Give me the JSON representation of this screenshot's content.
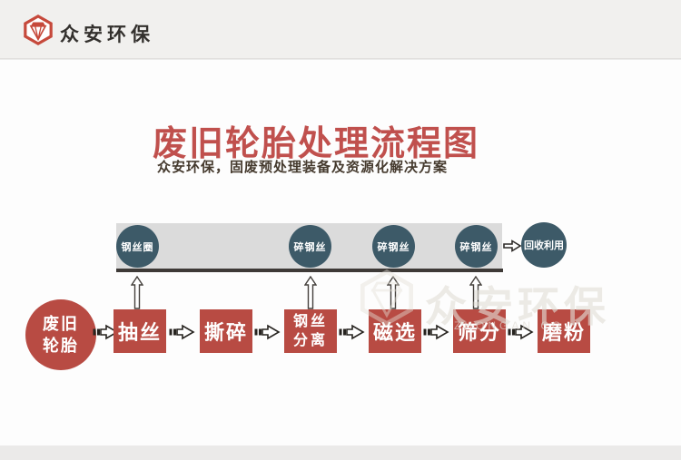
{
  "header": {
    "brand": "众安环保"
  },
  "hero": {
    "title": "废旧轮胎处理流程图",
    "subtitle": "众安环保，固废预处理装备及资源化解决方案"
  },
  "diagram": {
    "top_nodes": [
      {
        "label": "钢丝圈"
      },
      {
        "label": "碎钢丝"
      },
      {
        "label": "碎钢丝"
      },
      {
        "label": "碎钢丝"
      }
    ],
    "recycle_node": {
      "label": "回收利用"
    },
    "start_node": {
      "label": "废旧轮胎",
      "line1": "废旧",
      "line2": "轮胎"
    },
    "steps": [
      {
        "label": "抽丝"
      },
      {
        "label": "撕碎"
      },
      {
        "label": "钢丝分离",
        "line1": "钢丝",
        "line2": "分离"
      },
      {
        "label": "磁选"
      },
      {
        "label": "筛分"
      },
      {
        "label": "磨粉"
      }
    ],
    "watermark": {
      "text": "众安环保",
      "subtext": "ZHONGAN CO"
    }
  },
  "colors": {
    "accent_red": "#b84b43",
    "title_red": "#c0504d",
    "node_teal": "#3d5a68",
    "bar_gray": "#dbdbdb",
    "line_dark": "#3e3a37",
    "header_bg": "#f1f0ee",
    "page_bg": "#ebeae9"
  }
}
